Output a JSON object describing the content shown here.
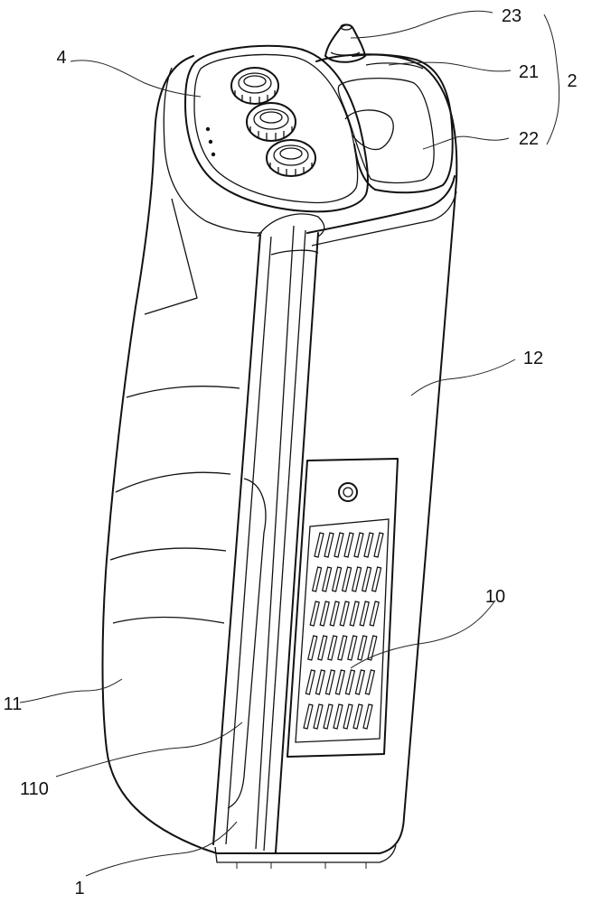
{
  "labels": {
    "l23": "23",
    "l21": "21",
    "l2": "2",
    "l22": "22",
    "l4": "4",
    "l12": "12",
    "l10": "10",
    "l11": "11",
    "l110": "110",
    "l1": "1"
  },
  "colors": {
    "line": "#111111",
    "background": "#ffffff"
  }
}
